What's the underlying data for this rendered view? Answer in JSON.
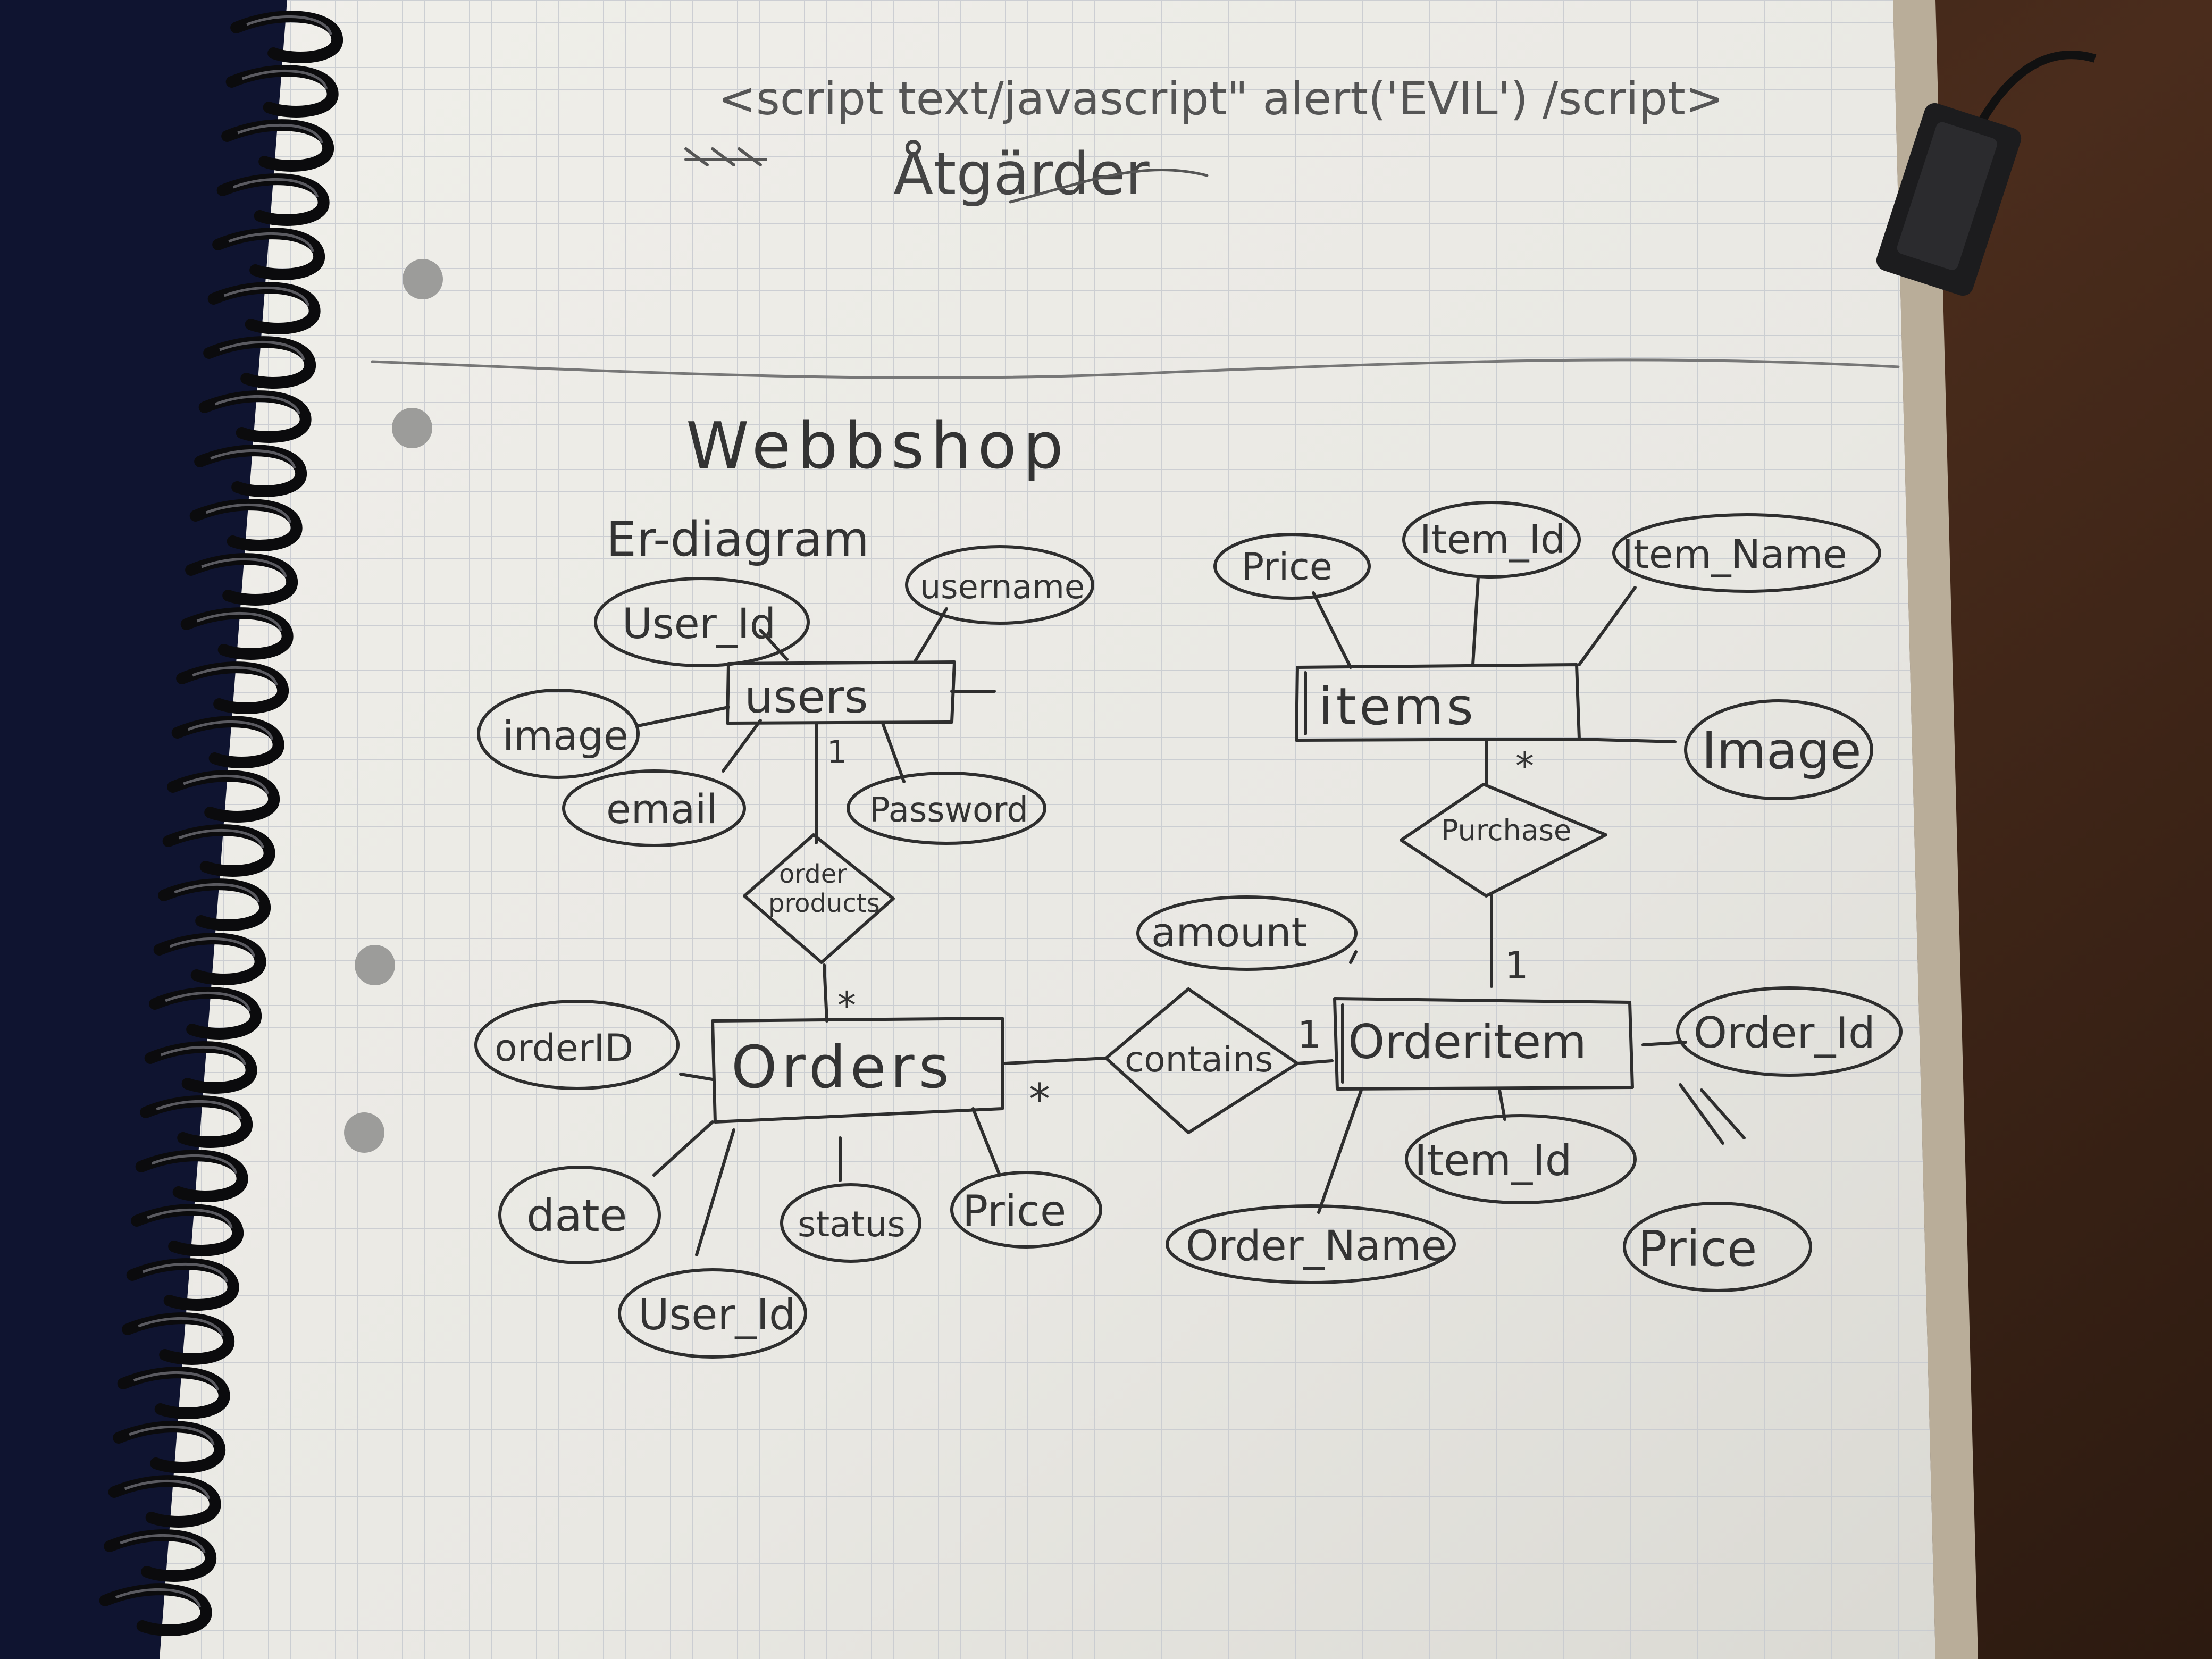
{
  "header": {
    "script_line": "<script text/javascript\" alert('EVIL') /script>",
    "atgarder": "Åtgärder"
  },
  "page_title": "Webbshop",
  "subtitle": "Er-diagram",
  "entities": [
    {
      "key": "users",
      "label": "users"
    },
    {
      "key": "items",
      "label": "items"
    },
    {
      "key": "orders",
      "label": "Orders"
    },
    {
      "key": "orderitem",
      "label": "Orderitem"
    }
  ],
  "relationships": [
    {
      "key": "order_products",
      "label_line1": "order",
      "label_line2": "products"
    },
    {
      "key": "purchase",
      "label": "Purchase"
    },
    {
      "key": "contains",
      "label": "contains"
    }
  ],
  "attributes": {
    "users": [
      "User_Id",
      "username",
      "image",
      "email",
      "Password"
    ],
    "items": [
      "Price",
      "Item_Id",
      "Item_Name",
      "Image"
    ],
    "orders": [
      "orderID",
      "date",
      "User_Id",
      "status",
      "Price"
    ],
    "orderitem": [
      "amount",
      "Order_Id",
      "Item_Id",
      "Order_Name",
      "Price"
    ]
  },
  "cardinalities": {
    "users_side": "1",
    "orders_side": "*",
    "items_side": "*",
    "orderitem_purchase_side": "1",
    "orders_contains_side": "*",
    "orderitem_contains_side": "1"
  },
  "colors": {
    "paper": "#ecebe6",
    "grid": "#c9ccd0",
    "pencil": "#2e2e2e",
    "binder": "#0f1430",
    "table": "#3b2418"
  }
}
